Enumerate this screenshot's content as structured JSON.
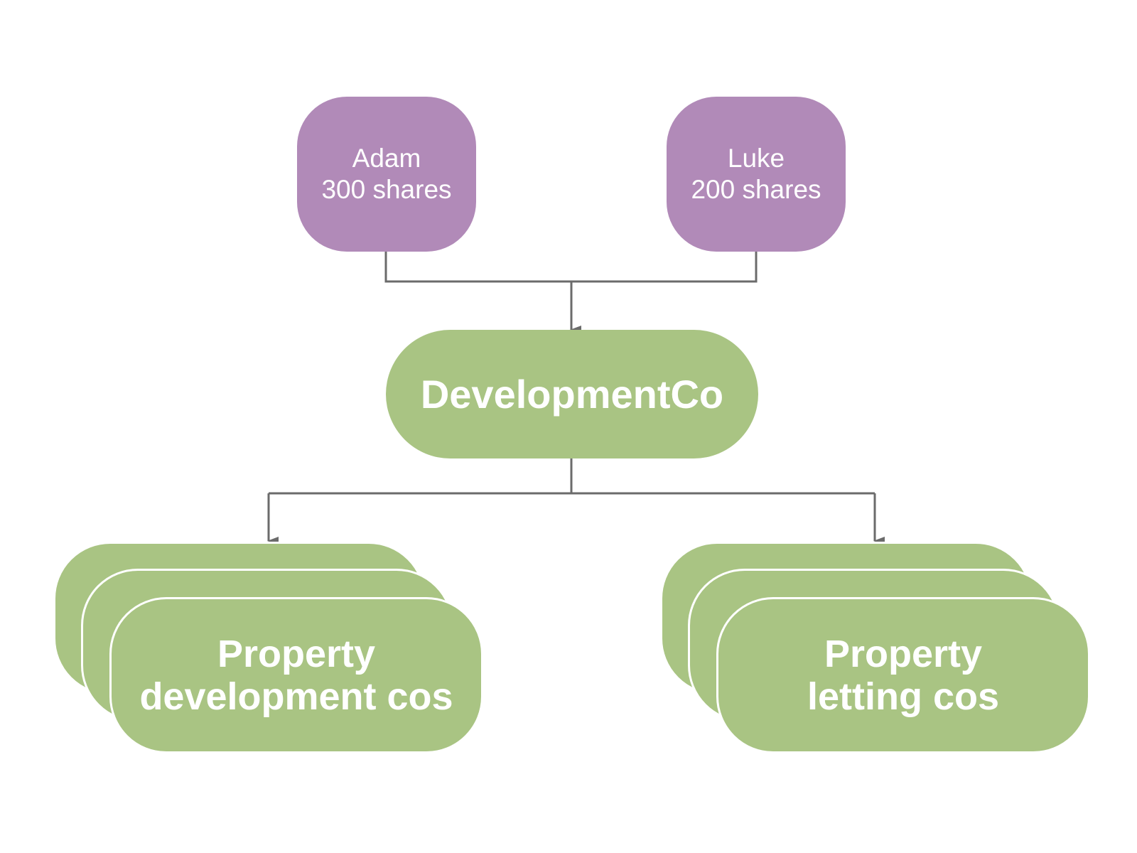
{
  "colors": {
    "shareholder_fill": "#b18ab8",
    "company_fill": "#a9c483",
    "connector": "#6b6b6b",
    "text": "#ffffff"
  },
  "shareholders": [
    {
      "name": "Adam",
      "shares": "300 shares"
    },
    {
      "name": "Luke",
      "shares": "200 shares"
    }
  ],
  "parent_company": {
    "name": "DevelopmentCo"
  },
  "subsidiaries": [
    {
      "line1": "Property",
      "line2": "development cos"
    },
    {
      "line1": "Property",
      "line2": "letting cos"
    }
  ]
}
